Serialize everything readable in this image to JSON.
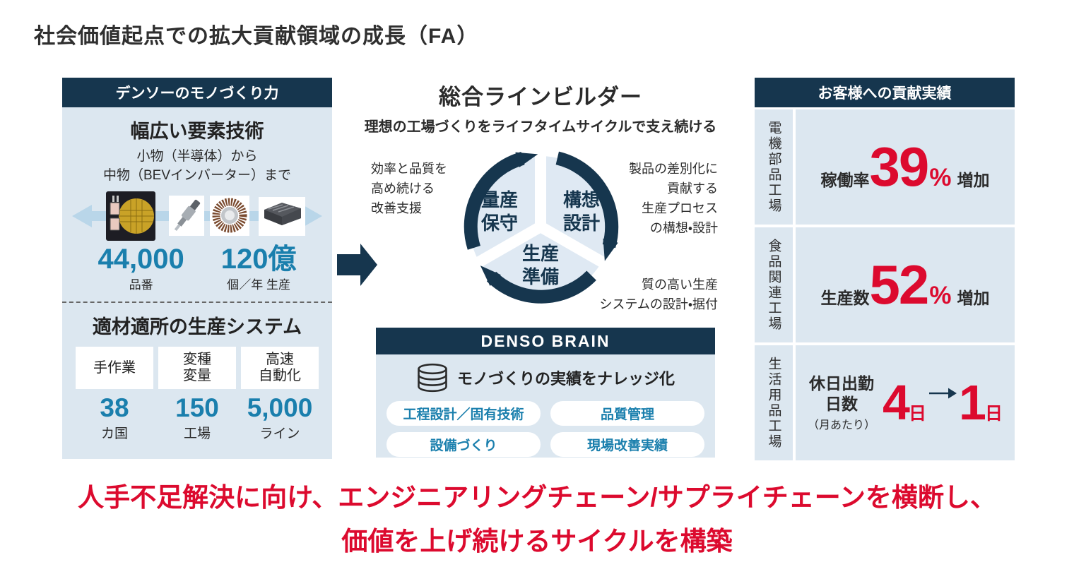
{
  "colors": {
    "navy": "#16364e",
    "panel_bg": "#dce7f0",
    "accent_blue": "#1a7fad",
    "accent_red": "#dc0a2e",
    "arrow_light_blue": "#b9d6e9"
  },
  "page": {
    "title": "社会価値起点での拡大貢献領域の成長（FA）"
  },
  "left_panel": {
    "header": "デンソーのモノづくり力",
    "tech": {
      "heading": "幅広い要素技術",
      "range_note": "小物（半導体）から\n中物（BEVインバーター）まで",
      "product_icons": [
        "semiconductor-wafer",
        "injector",
        "motor-stator",
        "inverter-unit"
      ],
      "stats": [
        {
          "value": "44,000",
          "label": "品番"
        },
        {
          "value": "120億",
          "label": "個／年 生産"
        }
      ]
    },
    "production": {
      "heading": "適材適所の生産システム",
      "methods": [
        "手作業",
        "変種\n変量",
        "高速\n自動化"
      ],
      "stats": [
        {
          "value": "38",
          "label": "カ国"
        },
        {
          "value": "150",
          "label": "工場"
        },
        {
          "value": "5,000",
          "label": "ライン"
        }
      ]
    }
  },
  "center": {
    "title": "総合ラインビルダー",
    "subtitle": "理想の工場づくりをライフタイムサイクルで支え続ける",
    "cycle": {
      "segments": [
        {
          "label": "量産\n保守"
        },
        {
          "label": "構想\n設計"
        },
        {
          "label": "生産\n準備"
        }
      ],
      "annotations": {
        "left": "効率と品質を\n高め続ける\n改善支援",
        "right": "製品の差別化に\n貢献する\n生産プロセス\nの構想・設計",
        "bottom_right": "質の高い生産\nシステムの設計・据付"
      }
    },
    "denso_brain": {
      "header": "DENSO BRAIN",
      "lead": "モノづくりの実績をナレッジ化",
      "tags": [
        "工程設計／固有技術",
        "品質管理",
        "設備づくり",
        "現場改善実績"
      ]
    }
  },
  "right_panel": {
    "header": "お客様への貢献実績",
    "rows": [
      {
        "factory": "電機部品工場",
        "metric": "稼働率",
        "value": "39",
        "unit": "%",
        "suffix": "増加"
      },
      {
        "factory": "食品関連工場",
        "metric": "生産数",
        "value": "52",
        "unit": "%",
        "suffix": "増加"
      },
      {
        "factory": "生活用品工場",
        "metric": "休日出勤\n日数",
        "note": "（月あたり）",
        "before_value": "4",
        "before_unit": "日",
        "after_value": "1",
        "after_unit": "日"
      }
    ]
  },
  "footer": {
    "line1": "人手不足解決に向け、エンジニアリングチェーン/サプライチェーンを横断し、",
    "line2": "価値を上げ続けるサイクルを構築"
  }
}
